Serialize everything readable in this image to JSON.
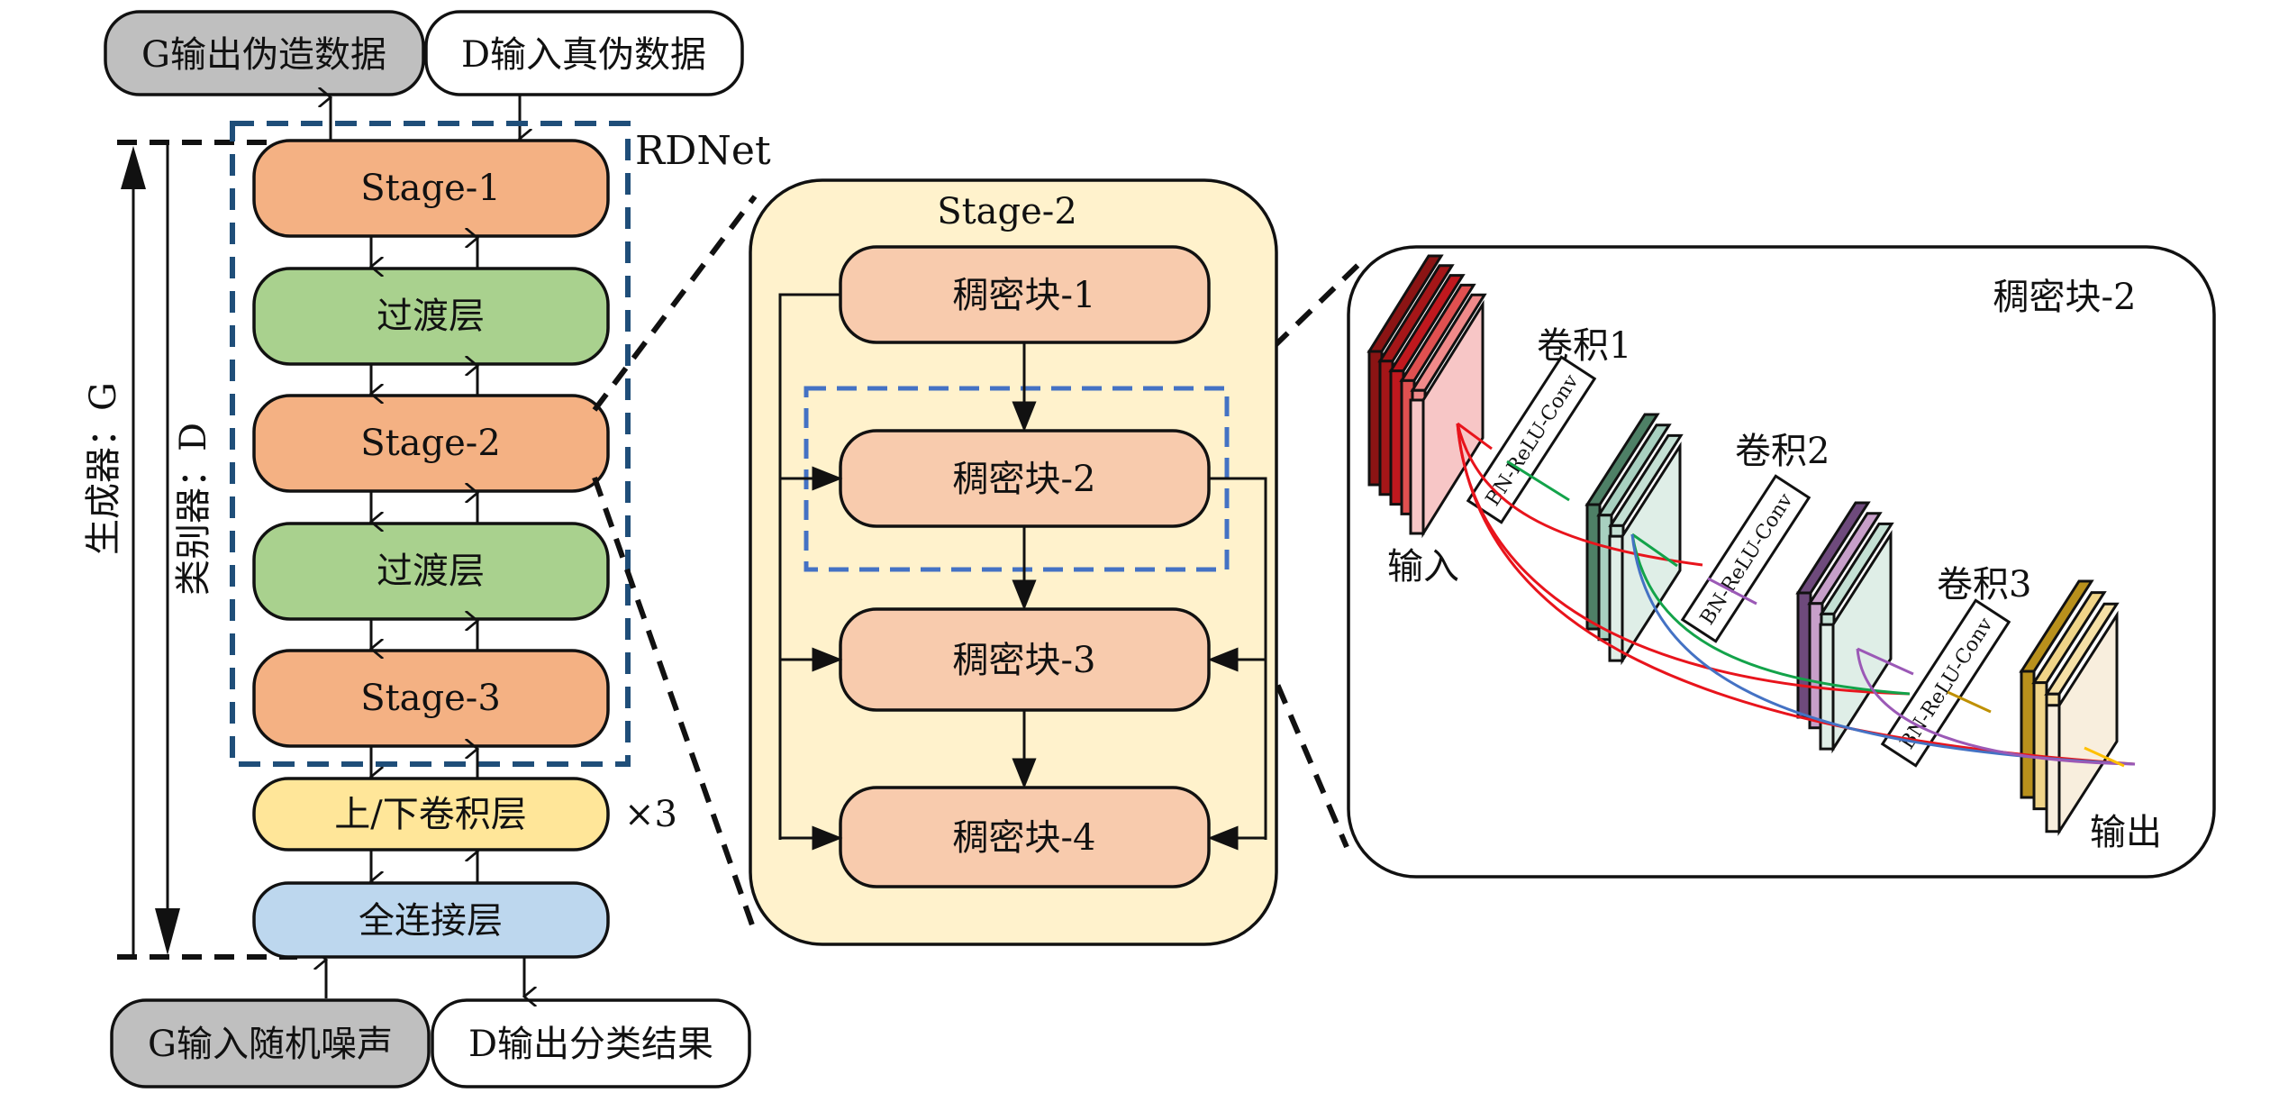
{
  "colors": {
    "stage": "#f4b183",
    "transition": "#a9d18e",
    "conv_layer": "#ffe699",
    "fc_layer": "#bdd7ee",
    "io_gray": "#bfbfbf",
    "io_white": "#ffffff",
    "stage_panel": "#fff2cc",
    "dense_block": "#f8cbad",
    "rdnet_border": "#1f4e79",
    "highlight_border": "#4472c4"
  },
  "io": {
    "top_left": "G输出伪造数据",
    "top_right": "D输入真伪数据",
    "bottom_left": "G输入随机噪声",
    "bottom_right": "D输出分类结果"
  },
  "rdnet": {
    "label": "RDNet",
    "layers": [
      {
        "label": "Stage-1",
        "kind": "stage"
      },
      {
        "label": "过渡层",
        "kind": "transition"
      },
      {
        "label": "Stage-2",
        "kind": "stage"
      },
      {
        "label": "过渡层",
        "kind": "transition"
      },
      {
        "label": "Stage-3",
        "kind": "stage"
      }
    ]
  },
  "conv_layer": {
    "label": "上/下卷积层",
    "repeat": "×3"
  },
  "fc_layer": {
    "label": "全连接层"
  },
  "side_labels": {
    "generator": "生成器：G",
    "discriminator": "类别器：D"
  },
  "stage2_panel": {
    "title": "Stage-2",
    "blocks": [
      "稠密块-1",
      "稠密块-2",
      "稠密块-3",
      "稠密块-4"
    ]
  },
  "dense_panel": {
    "title": "稠密块-2",
    "input_label": "输入",
    "output_label": "输出",
    "convs": [
      {
        "label": "卷积1",
        "op": "BN-ReLU-Conv"
      },
      {
        "label": "卷积2",
        "op": "BN-ReLU-Conv"
      },
      {
        "label": "卷积3",
        "op": "BN-ReLU-Conv"
      }
    ]
  }
}
